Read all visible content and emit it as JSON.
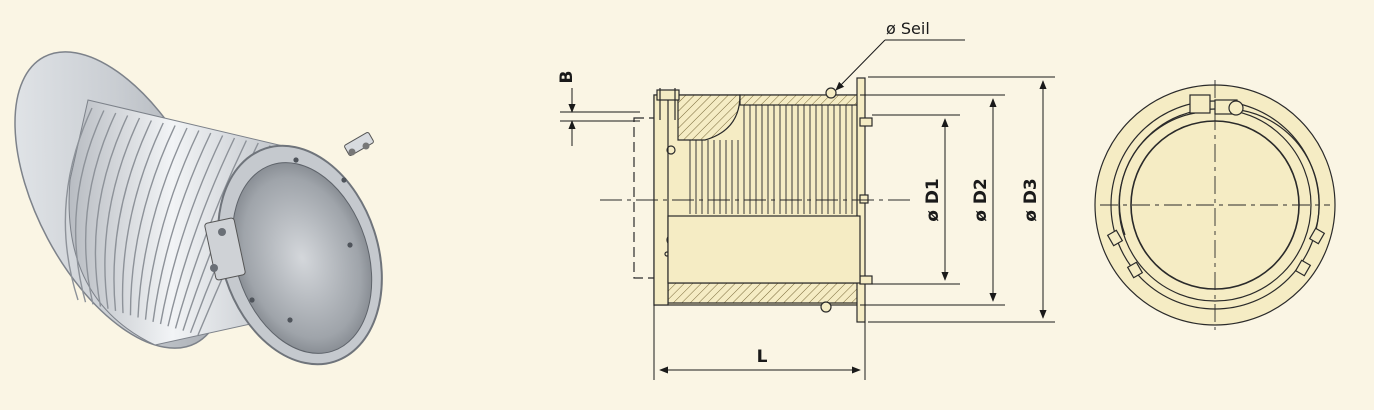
{
  "colors": {
    "background": "#faf5e4",
    "part_fill": "#f5ecc4",
    "steel_light": "#eef0f2",
    "steel_dark": "#8d9299",
    "line": "#2a2a2a"
  },
  "views": {
    "render": {
      "name": "rope-drum-3d-render"
    },
    "section": {
      "labels": {
        "seil": "ø Seil",
        "b": "B",
        "l": "L",
        "d1": "ø D1",
        "d2": "ø D2",
        "d3": "ø D3"
      }
    },
    "end": {
      "name": "rope-drum-end-view"
    }
  }
}
